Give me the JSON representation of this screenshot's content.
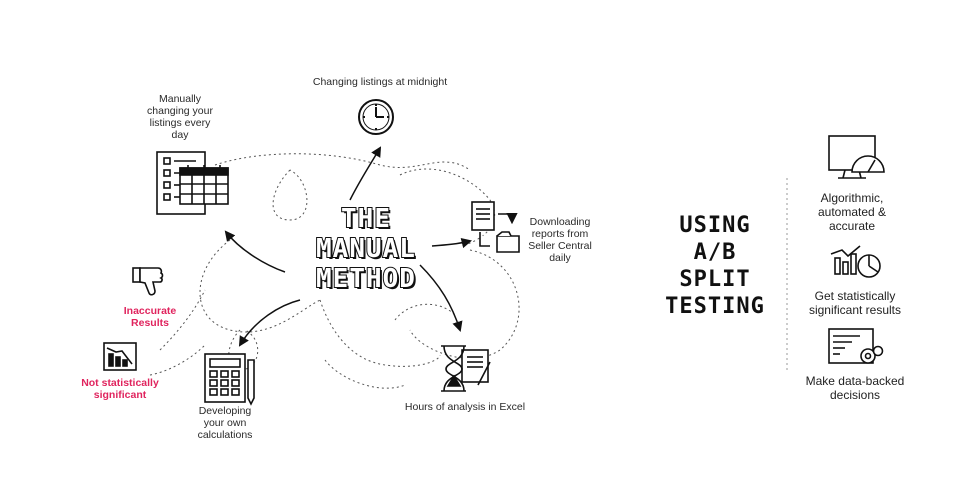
{
  "manual": {
    "title_lines": [
      "THE",
      "MANUAL",
      "METHOD"
    ],
    "nodes": {
      "midnight": "Changing listings at midnight",
      "manual_change": [
        "Manually",
        "changing your",
        "listings every",
        "day"
      ],
      "downloading": [
        "Downloading",
        "reports from",
        "Seller Central",
        "daily"
      ],
      "analysis": "Hours of analysis in Excel",
      "calculations": [
        "Developing",
        "your own",
        "calculations"
      ]
    },
    "drawbacks": {
      "inaccurate": [
        "Inaccurate",
        "Results"
      ],
      "not_significant": [
        "Not statistically",
        "significant"
      ]
    },
    "icons": [
      "clock-icon",
      "calendar-checklist-icon",
      "documents-folder-icon",
      "hourglass-document-icon",
      "calculator-icon",
      "thumbs-down-icon",
      "declining-chart-icon"
    ],
    "accent_color": "#e0245e"
  },
  "ab": {
    "title_lines": [
      "USING",
      "A/B",
      "SPLIT",
      "TESTING"
    ],
    "benefits": [
      {
        "icon": "monitor-gauge-icon",
        "lines": [
          "Algorithmic,",
          "automated &",
          "accurate"
        ]
      },
      {
        "icon": "chart-pie-icon",
        "lines": [
          "Get statistically",
          "significant results"
        ]
      },
      {
        "icon": "dashboard-gears-icon",
        "lines": [
          "Make data-backed",
          "decisions"
        ]
      }
    ]
  }
}
